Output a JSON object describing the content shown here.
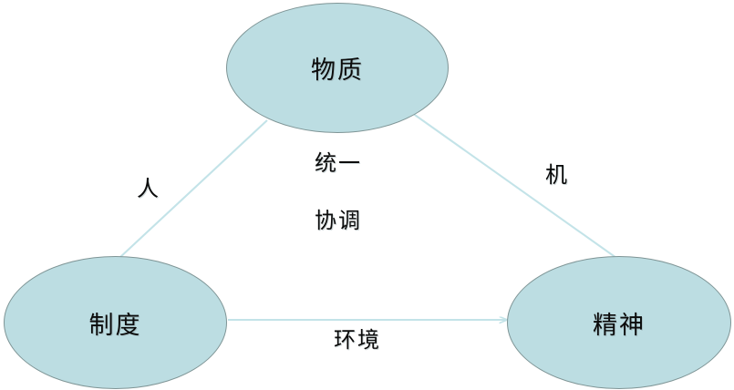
{
  "diagram": {
    "type": "triangle-relationship-diagram",
    "colors": {
      "node_fill": "#bcdde2",
      "node_border": "#7f9596",
      "edge_line": "#c3e3e8",
      "text": "#0b0b0b",
      "background": "#ffffff"
    },
    "nodes": [
      {
        "id": "material",
        "label": "物质",
        "position": "top"
      },
      {
        "id": "system",
        "label": "制度",
        "position": "bottom-left"
      },
      {
        "id": "spirit",
        "label": "精神",
        "position": "bottom-right"
      }
    ],
    "edges": [
      {
        "id": "material-system",
        "from": "material",
        "to": "system",
        "label": "人",
        "arrow": false
      },
      {
        "id": "material-spirit",
        "from": "material",
        "to": "spirit",
        "label": "机",
        "arrow": false
      },
      {
        "id": "system-spirit",
        "from": "system",
        "to": "spirit",
        "label": "环境",
        "arrow": true
      }
    ],
    "center_labels": [
      {
        "id": "unify",
        "label": "统一"
      },
      {
        "id": "harmony",
        "label": "协调"
      }
    ]
  }
}
